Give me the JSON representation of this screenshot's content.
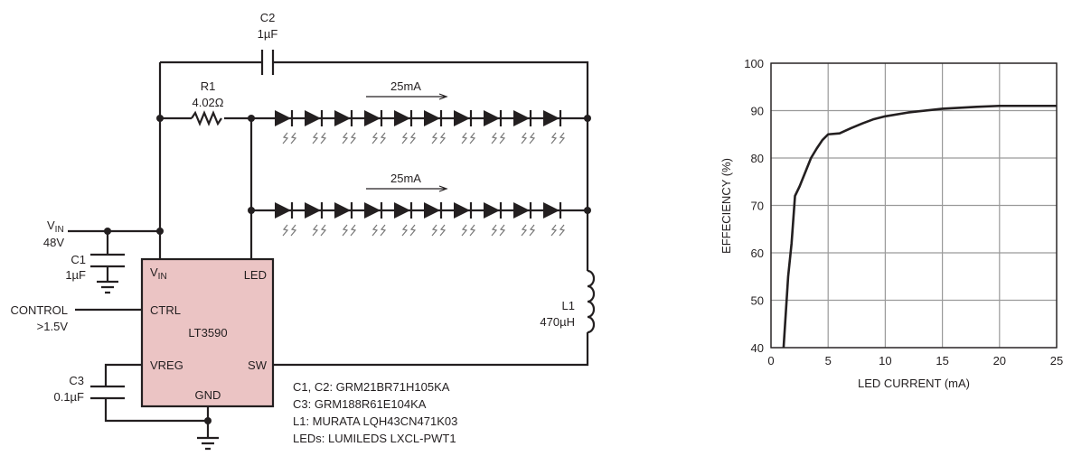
{
  "schematic": {
    "c2_name": "C2",
    "c2_value": "1µF",
    "r1_name": "R1",
    "r1_value": "4.02Ω",
    "current_top": "25mA",
    "current_bottom": "25mA",
    "vin_label": "V",
    "vin_sub": "IN",
    "vin_value": "48V",
    "c1_name": "C1",
    "c1_value": "1µF",
    "control_label": "CONTROL",
    "control_value": ">1.5V",
    "c3_name": "C3",
    "c3_value": "0.1µF",
    "l1_name": "L1",
    "l1_value": "470µH",
    "ic": {
      "name": "LT3590",
      "pin_vin": "V",
      "pin_vin_sub": "IN",
      "pin_led": "LED",
      "pin_ctrl": "CTRL",
      "pin_vreg": "VREG",
      "pin_sw": "SW",
      "pin_gnd": "GND",
      "fill": "#ebc4c4"
    },
    "notes": [
      "C1, C2: GRM21BR71H105KA",
      "C3: GRM188R61E104KA",
      "L1: MURATA LQH43CN471K03",
      "LEDs: LUMILEDS LXCL-PWT1"
    ]
  },
  "chart_data": {
    "type": "line",
    "title": "",
    "xlabel": "LED CURRENT (mA)",
    "ylabel": "EFFECIENCY (%)",
    "xlim": [
      0,
      25
    ],
    "ylim": [
      40,
      100
    ],
    "xticks": [
      "0",
      "5",
      "10",
      "15",
      "20",
      "25"
    ],
    "yticks": [
      "40",
      "50",
      "60",
      "70",
      "80",
      "90",
      "100"
    ],
    "grid": true,
    "series": [
      {
        "name": "efficiency",
        "x": [
          1.1,
          1.5,
          1.8,
          2.1,
          2.5,
          3,
          3.5,
          4,
          4.5,
          5,
          6,
          7,
          8,
          9,
          10,
          12,
          15,
          18,
          20,
          25
        ],
        "y": [
          40,
          55,
          62,
          72,
          74,
          77,
          80,
          82,
          83.8,
          85,
          85.2,
          86.3,
          87.3,
          88.2,
          88.8,
          89.6,
          90.4,
          90.8,
          91,
          91
        ]
      }
    ]
  }
}
